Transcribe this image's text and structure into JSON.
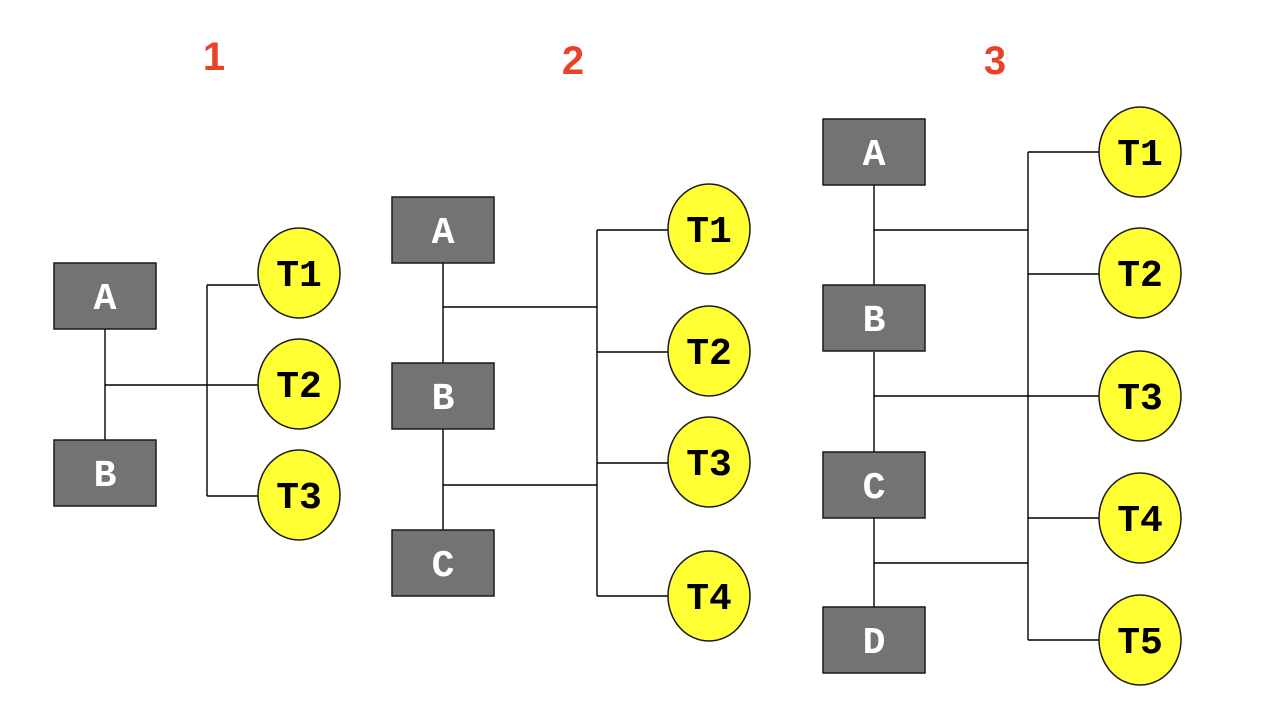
{
  "colors": {
    "number": "#e8432a",
    "box_fill": "#737373",
    "box_text": "#ffffff",
    "circle_fill": "#ffff33",
    "circle_text": "#000000",
    "line": "#000000",
    "background": "#ffffff"
  },
  "diagrams": [
    {
      "number": "1",
      "boxes": [
        "A",
        "B"
      ],
      "circles": [
        "T1",
        "T2",
        "T3"
      ]
    },
    {
      "number": "2",
      "boxes": [
        "A",
        "B",
        "C"
      ],
      "circles": [
        "T1",
        "T2",
        "T3",
        "T4"
      ]
    },
    {
      "number": "3",
      "boxes": [
        "A",
        "B",
        "C",
        "D"
      ],
      "circles": [
        "T1",
        "T2",
        "T3",
        "T4",
        "T5"
      ]
    }
  ]
}
